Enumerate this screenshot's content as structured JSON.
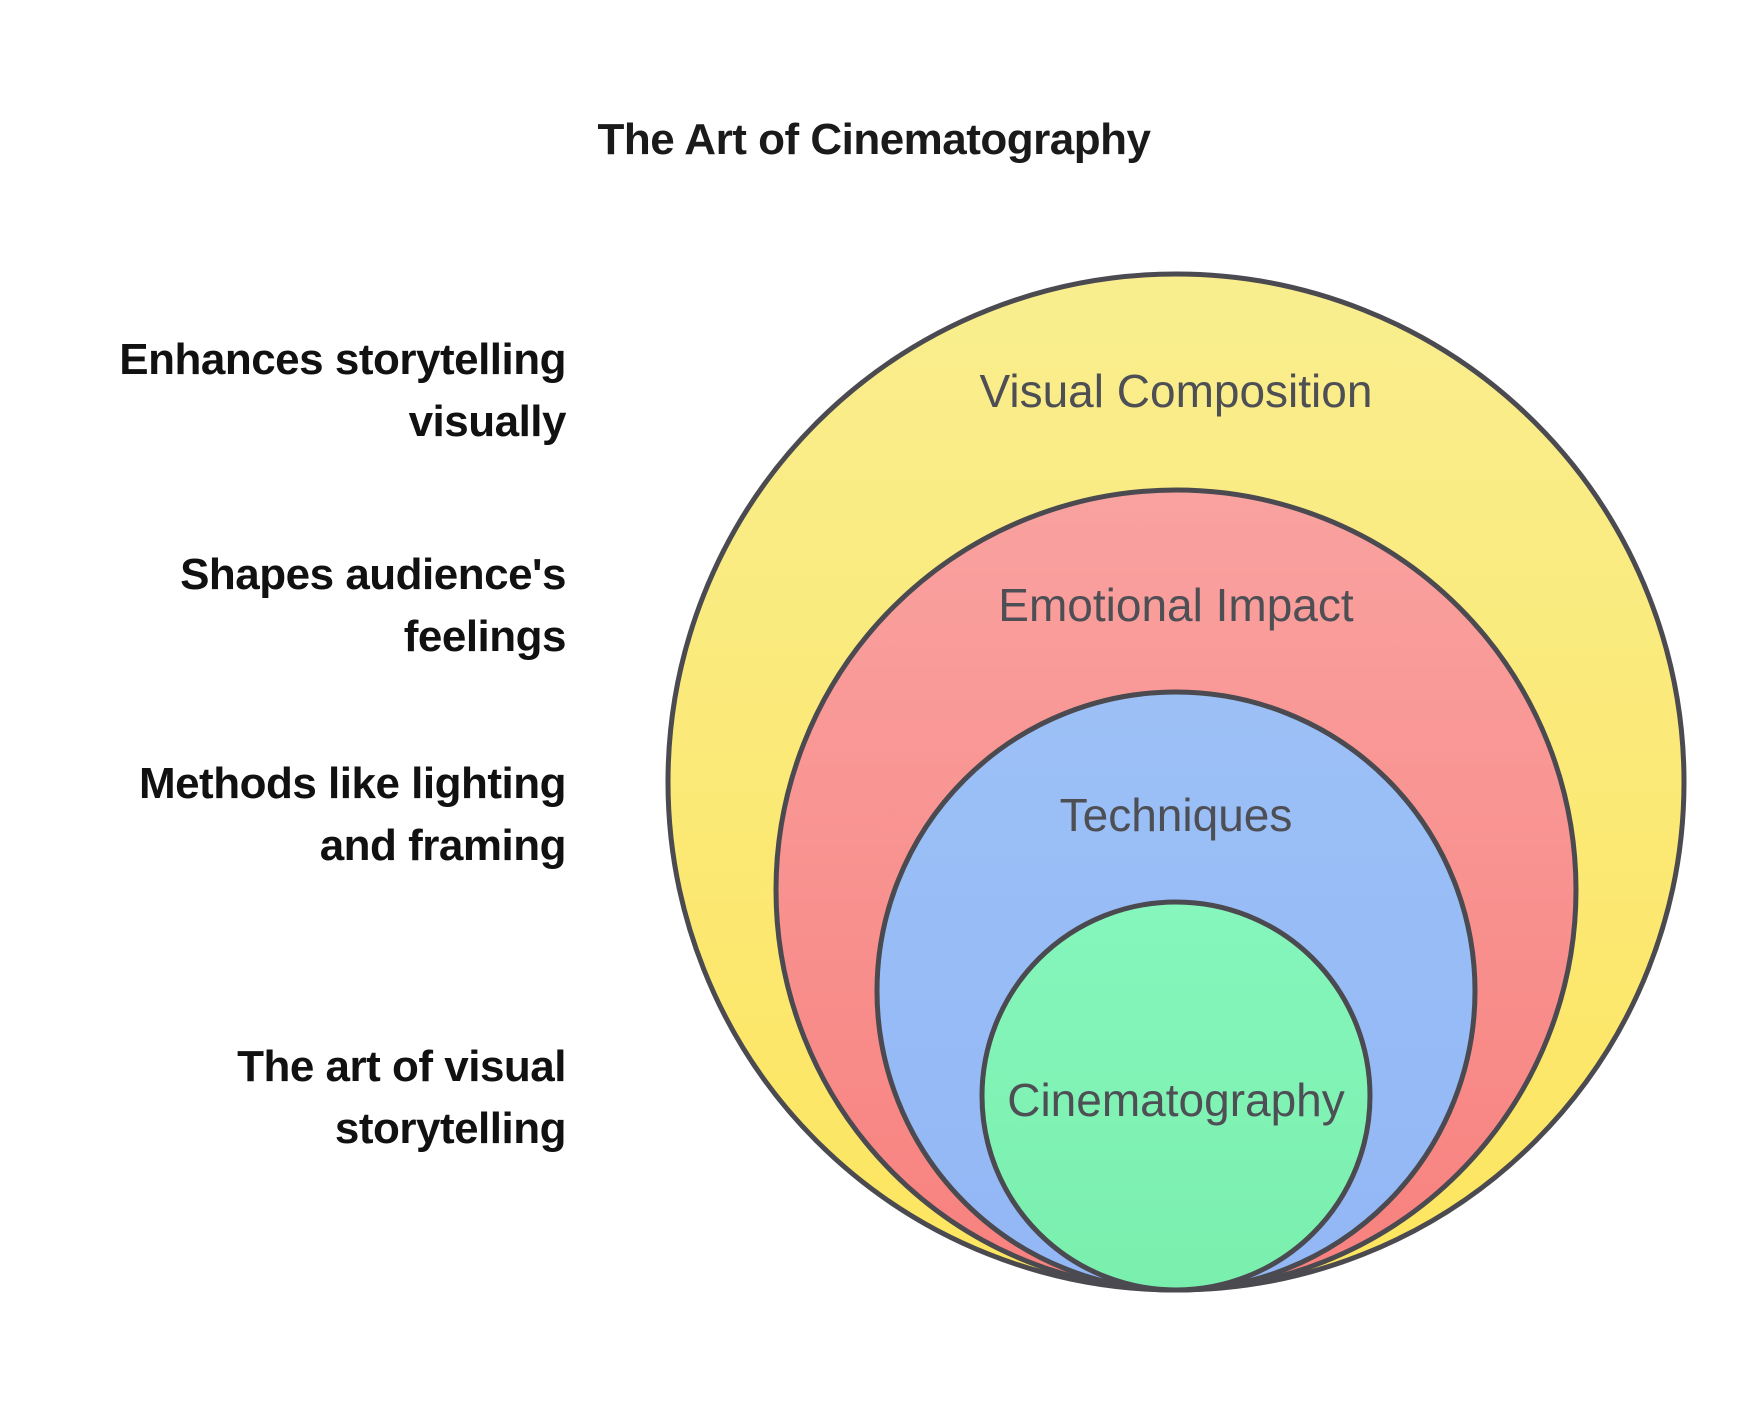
{
  "title": {
    "text": "The Art of Cinematography",
    "color": "#1A1A1A"
  },
  "annotations": [
    {
      "lines": [
        "Enhances storytelling",
        "visually"
      ]
    },
    {
      "lines": [
        "Shapes audience's",
        "feelings"
      ]
    },
    {
      "lines": [
        "Methods like lighting",
        "and framing"
      ]
    },
    {
      "lines": [
        "The art of visual",
        "storytelling"
      ]
    }
  ],
  "diagram": {
    "type": "nested-circles",
    "stroke_color": "#4A4A50",
    "label_color": "#4E4E55",
    "rings": [
      {
        "label": "Visual Composition",
        "fill_top": "#F9EE8F",
        "fill_bottom": "#FDE55F"
      },
      {
        "label": "Emotional Impact",
        "fill_top": "#F9A2A0",
        "fill_bottom": "#F8817E"
      },
      {
        "label": "Techniques",
        "fill_top": "#9CC0F6",
        "fill_bottom": "#92B7F5"
      },
      {
        "label": "Cinematography",
        "fill_top": "#86F6BC",
        "fill_bottom": "#7AEFAD"
      }
    ]
  }
}
